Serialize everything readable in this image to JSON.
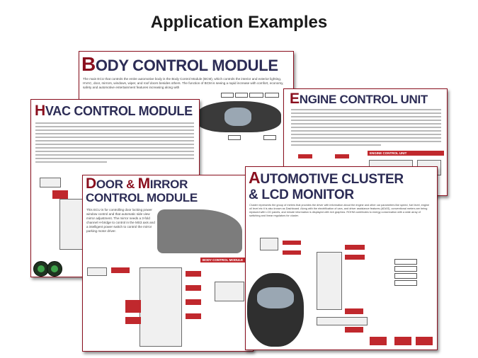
{
  "slide": {
    "title": "Application Examples"
  },
  "cards": {
    "body": {
      "title_initial": "B",
      "title_rest": "ODY CONTROL MODULE",
      "intro": "The main ECU that controls the entire automotive body is the Body Control Module (BCM), which controls the interior and exterior lighting, HVAC, door, mirrors, windows, wiper, and roof doors besides others. The function of BCM is seeing a rapid increase with comfort, economy, safety and automotive entertainment features increasing along with"
    },
    "engine": {
      "title_initial": "E",
      "title_rest": "NGINE CONTROL UNIT",
      "bar_label": "ENGINE CONTROL UNIT"
    },
    "hvac": {
      "title_initial": "H",
      "title_rest": "VAC CONTROL MODULE"
    },
    "door": {
      "title_initial_1": "D",
      "title_rest_1": "OOR",
      "title_amp": "&",
      "title_initial_2": "M",
      "title_rest_2": "IRROR",
      "title_line2": "CONTROL MODULE",
      "bar_label": "BODY CONTROL MODULE",
      "intro": "This ECU is for controlling door locking power window control and that automatic side view mirror adjustment. The mirror needs a 3-fold channel H-bridge to control in the MS3 axis and a intelligent power switch to control the mirror parking motor driver."
    },
    "cluster": {
      "title_initial_1": "A",
      "title_rest_1": "UTOMOTIVE CLUSTER",
      "title_line2": "& LCD MONITOR",
      "intro": "Cluster represents the group of meters that provides the driver with information about the engine and other car parameters like speed, fuel level, engine oil level etc it is also known as Dashboard. Along with the electrification of cars, and driver assistance features (ADAS), conventional meters are being replaced with LCD panels, and minute information is displayed with rich graphics. ROHM contributes to energy conservation with a wide array of switching and linear regulators for cluster."
    }
  }
}
